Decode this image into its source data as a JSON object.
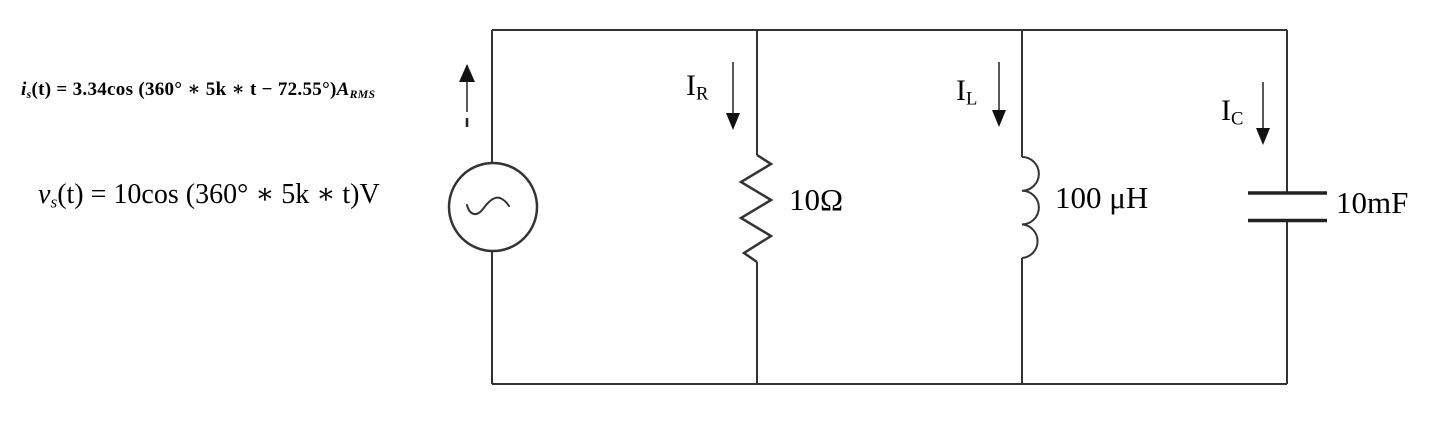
{
  "equations": {
    "current_source": {
      "var": "i",
      "var_sub": "s",
      "body": "(t) = 3.34cos (360° ∗ 5k ∗ t − 72.55°)",
      "unit": "A",
      "unit_sub": "RMS"
    },
    "voltage_source": {
      "var": "v",
      "var_sub": "s",
      "body": "(t) = 10cos (360° ∗ 5k ∗ t)",
      "unit": "V"
    }
  },
  "branches": {
    "resistor": {
      "current_var": "I",
      "current_sub": "R",
      "value": "10Ω"
    },
    "inductor": {
      "current_var": "I",
      "current_sub": "L",
      "value": "100 μH"
    },
    "capacitor": {
      "current_var": "I",
      "current_sub": "C",
      "value": "10mF"
    }
  },
  "colors": {
    "wire": "#333333",
    "text": "#000000",
    "background": "#ffffff"
  }
}
